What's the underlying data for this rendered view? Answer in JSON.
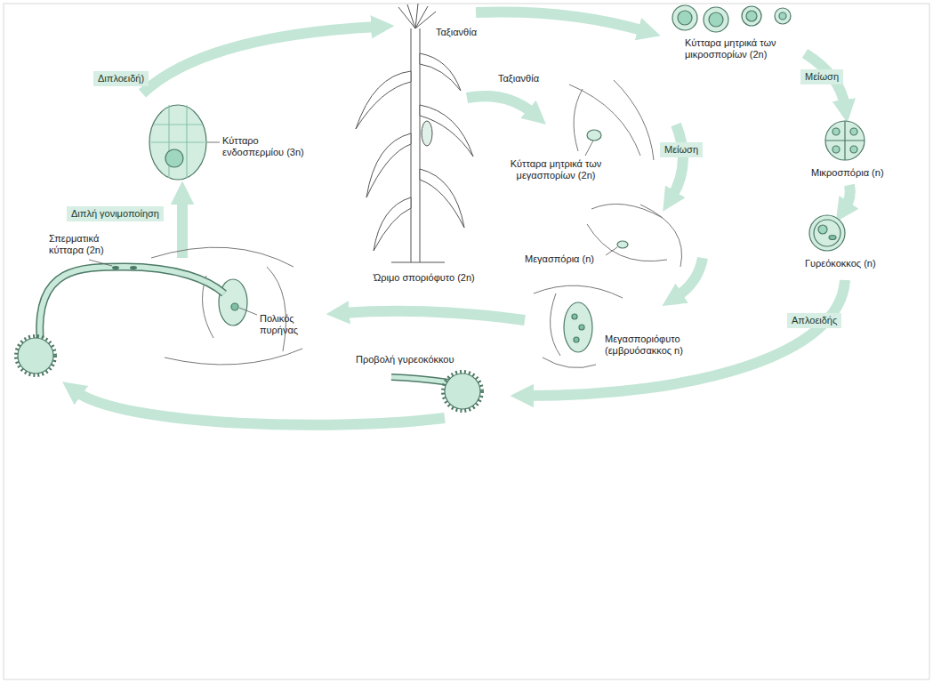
{
  "diagram": {
    "nodes": [
      {
        "text": [
          "Διπλοειδή)"
        ]
      },
      {
        "text": [
          "Μείωση"
        ]
      },
      {
        "text": [
          "Μείωση"
        ]
      },
      {
        "text": [
          "Διπλή γονιμοποίηση"
        ]
      },
      {
        "text": [
          "Απλοειδής"
        ]
      }
    ],
    "labels": [
      "Ταξιανθία",
      "Κύτταρα μητρικά των μικροσπορίων (2n)",
      "Ταξιανθία",
      "Κύτταρο ενδοσπερμίου (3n)",
      "Κύτταρα μητρικά των μεγασπορίων (2n)",
      "Μικροσπόρια (n)",
      "Σπερματικά κύτταρα (2n)",
      "Μεγασπόρια (n)",
      "Γυρεόκοκκος (n)",
      "Ώριμο σποριόφυτο (2n)",
      "Πολικός πυρήνας",
      "Μεγασποριόφυτο (εμβρυόσακκος n)",
      "Προβολή γυρεοκόκκου"
    ]
  }
}
